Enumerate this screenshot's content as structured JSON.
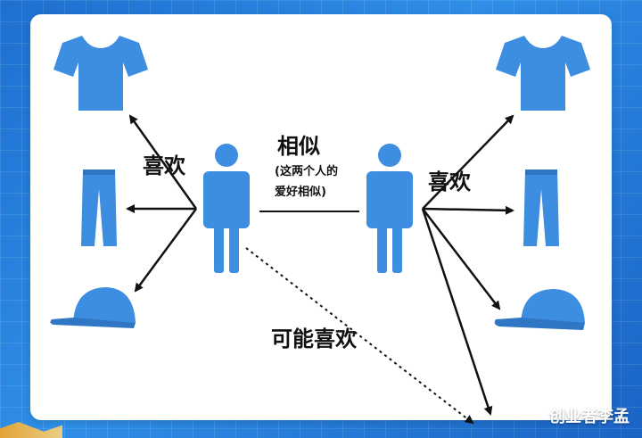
{
  "colors": {
    "icon_blue": "#3d8de0",
    "arrow": "#111111",
    "background": "#1e6fd0",
    "card": "#ffffff"
  },
  "labels": {
    "like_left": "喜欢",
    "similar": "相似",
    "similar_note_line1": "(这两个人的",
    "similar_note_line2": "爱好相似)",
    "like_right": "喜欢",
    "may_like": "可能喜欢"
  },
  "watermark": "创业者李孟",
  "icons": {
    "left_items": [
      "tshirt-icon",
      "pants-icon",
      "cap-icon"
    ],
    "right_items": [
      "tshirt-icon",
      "pants-icon",
      "cap-icon"
    ],
    "people": [
      "person-icon",
      "person-icon"
    ]
  }
}
